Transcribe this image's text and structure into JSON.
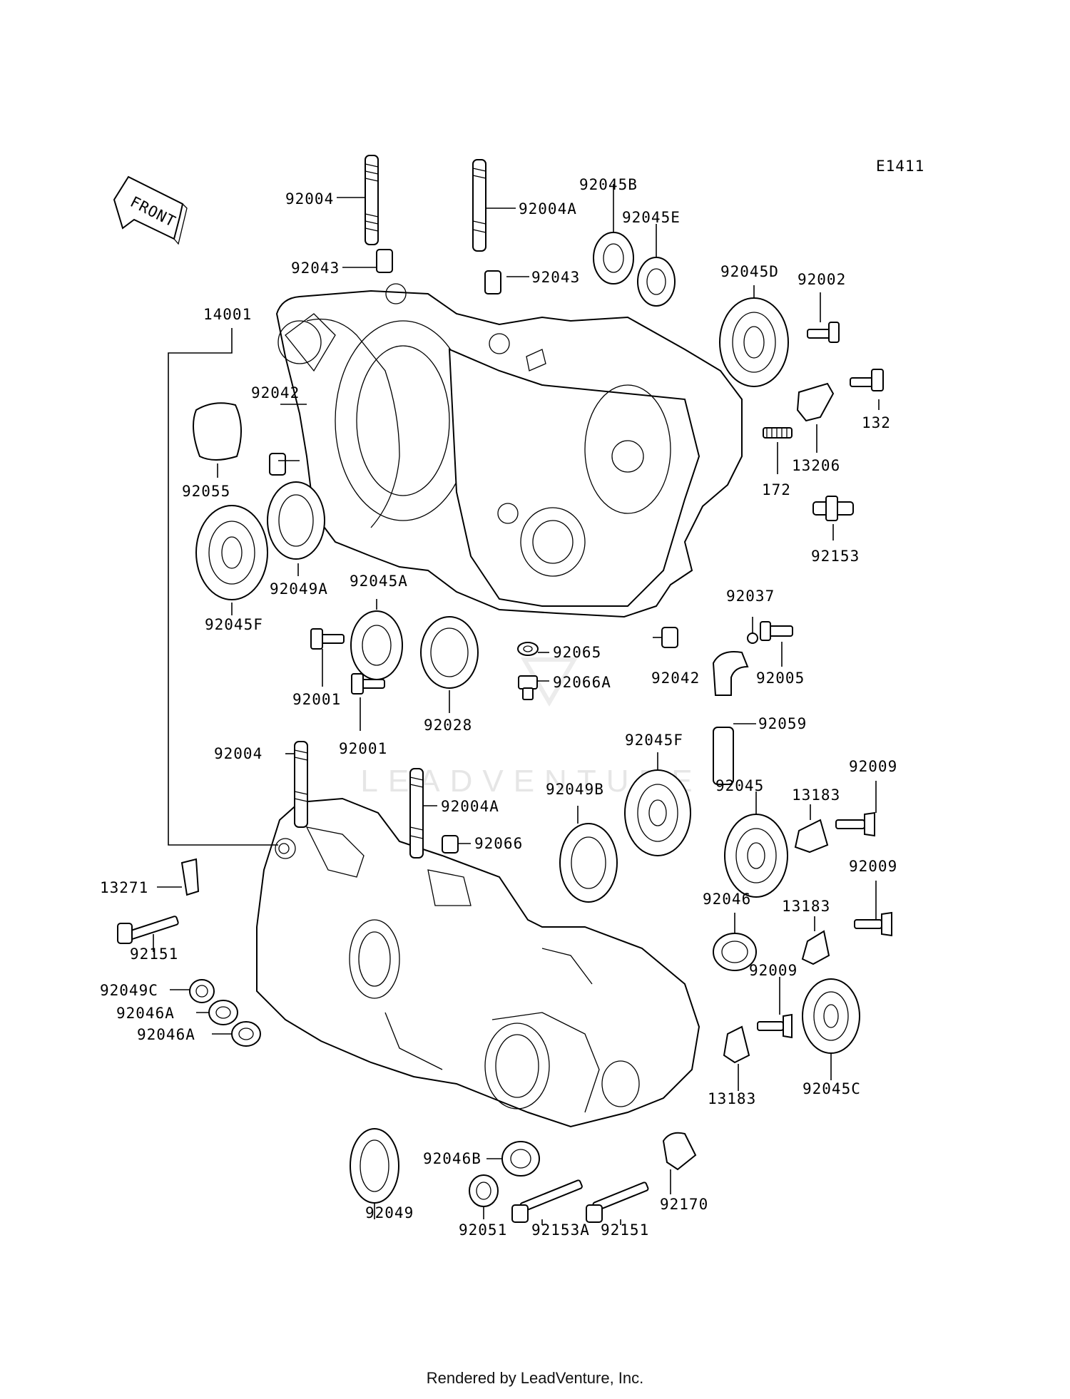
{
  "diagram": {
    "code": "E1411",
    "front_label": "FRONT",
    "watermark": "LEADVENTURE",
    "labels": [
      {
        "id": "92004-top",
        "text": "92004"
      },
      {
        "id": "92004A-top",
        "text": "92004A"
      },
      {
        "id": "92045B",
        "text": "92045B"
      },
      {
        "id": "92045E",
        "text": "92045E"
      },
      {
        "id": "92043-a",
        "text": "92043"
      },
      {
        "id": "92043-b",
        "text": "92043"
      },
      {
        "id": "14001",
        "text": "14001"
      },
      {
        "id": "92045D",
        "text": "92045D"
      },
      {
        "id": "92002",
        "text": "92002"
      },
      {
        "id": "92042-a",
        "text": "92042"
      },
      {
        "id": "132",
        "text": "132"
      },
      {
        "id": "13206",
        "text": "13206"
      },
      {
        "id": "92055",
        "text": "92055"
      },
      {
        "id": "172",
        "text": "172"
      },
      {
        "id": "92153",
        "text": "92153"
      },
      {
        "id": "92049A",
        "text": "92049A"
      },
      {
        "id": "92045A",
        "text": "92045A"
      },
      {
        "id": "92045F-a",
        "text": "92045F"
      },
      {
        "id": "92037",
        "text": "92037"
      },
      {
        "id": "92065",
        "text": "92065"
      },
      {
        "id": "92042-b",
        "text": "92042"
      },
      {
        "id": "92005",
        "text": "92005"
      },
      {
        "id": "92001-a",
        "text": "92001"
      },
      {
        "id": "92066A",
        "text": "92066A"
      },
      {
        "id": "92028",
        "text": "92028"
      },
      {
        "id": "92001-b",
        "text": "92001"
      },
      {
        "id": "92059",
        "text": "92059"
      },
      {
        "id": "92004-bot",
        "text": "92004"
      },
      {
        "id": "92045F-b",
        "text": "92045F"
      },
      {
        "id": "92009-a",
        "text": "92009"
      },
      {
        "id": "92049B",
        "text": "92049B"
      },
      {
        "id": "92045",
        "text": "92045"
      },
      {
        "id": "92004A-bot",
        "text": "92004A"
      },
      {
        "id": "13183-a",
        "text": "13183"
      },
      {
        "id": "92066",
        "text": "92066"
      },
      {
        "id": "92009-b",
        "text": "92009"
      },
      {
        "id": "13271",
        "text": "13271"
      },
      {
        "id": "92046",
        "text": "92046"
      },
      {
        "id": "13183-b",
        "text": "13183"
      },
      {
        "id": "92151-a",
        "text": "92151"
      },
      {
        "id": "92009-c",
        "text": "92009"
      },
      {
        "id": "92049C",
        "text": "92049C"
      },
      {
        "id": "92046A-a",
        "text": "92046A"
      },
      {
        "id": "92046A-b",
        "text": "92046A"
      },
      {
        "id": "13183-c",
        "text": "13183"
      },
      {
        "id": "92045C",
        "text": "92045C"
      },
      {
        "id": "92046B",
        "text": "92046B"
      },
      {
        "id": "92049",
        "text": "92049"
      },
      {
        "id": "92170",
        "text": "92170"
      },
      {
        "id": "92051",
        "text": "92051"
      },
      {
        "id": "92153A",
        "text": "92153A"
      },
      {
        "id": "92151-b",
        "text": "92151"
      }
    ]
  },
  "footer": {
    "text": "Rendered by LeadVenture, Inc."
  }
}
